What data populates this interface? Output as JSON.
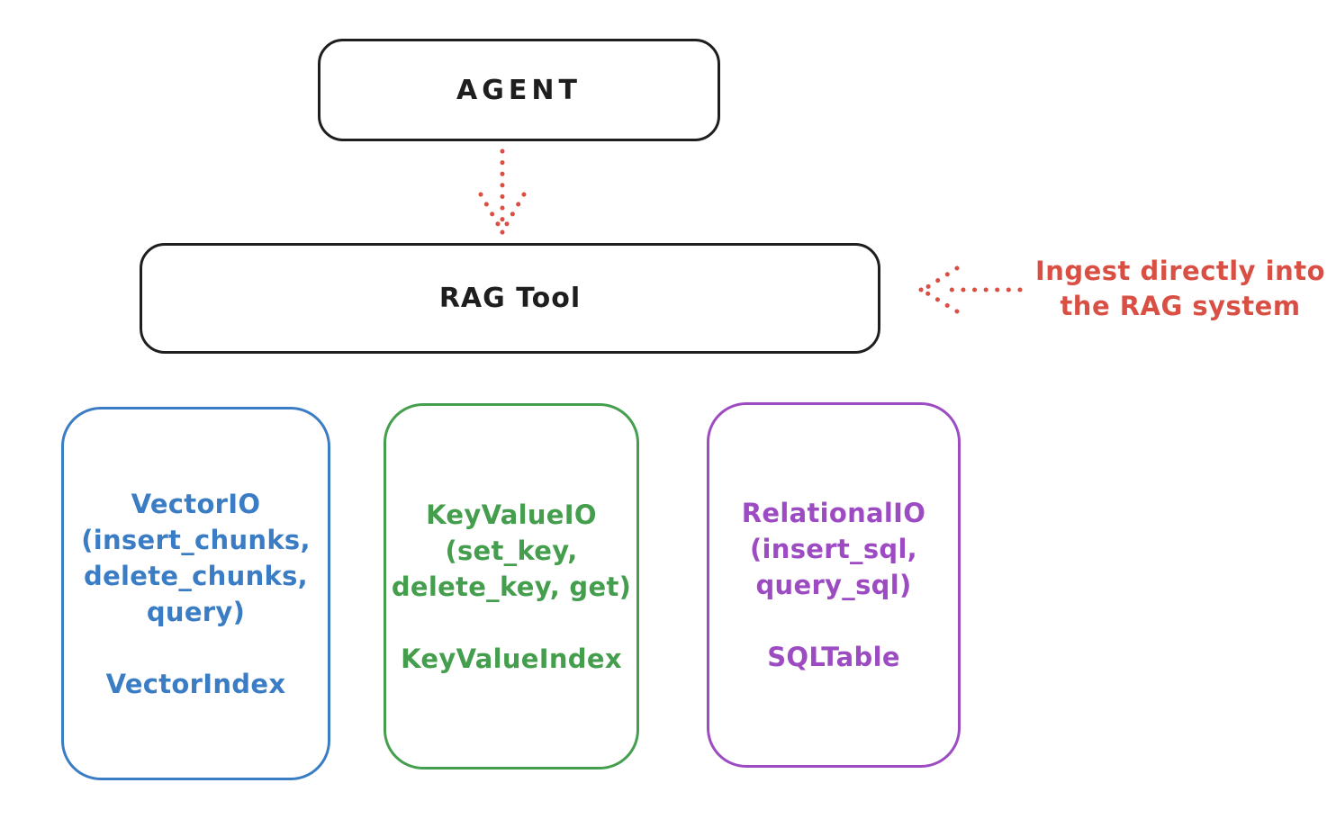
{
  "diagram": {
    "agent": {
      "label": "AGENT"
    },
    "rag_tool": {
      "label": "RAG Tool"
    },
    "annotation": {
      "text": "Ingest directly into\nthe RAG system"
    },
    "cards": [
      {
        "name": "VectorIO",
        "body": "VectorIO\n(insert_chunks,\ndelete_chunks,\nquery)",
        "footer": "VectorIndex",
        "color": "#3b7dc4"
      },
      {
        "name": "KeyValueIO",
        "body": "KeyValueIO\n(set_key,\ndelete_key, get)",
        "footer": "KeyValueIndex",
        "color": "#449e4d"
      },
      {
        "name": "RelationalIO",
        "body": "RelationalIO\n(insert_sql,\nquery_sql)",
        "footer": "SQLTable",
        "color": "#9d4bc3"
      }
    ],
    "colors": {
      "node_stroke": "#1e1e1e",
      "arrow_red": "#d94f43",
      "vector_blue": "#3b7dc4",
      "keyvalue_green": "#449e4d",
      "relational_purple": "#9d4bc3",
      "background": "#ffffff"
    }
  }
}
